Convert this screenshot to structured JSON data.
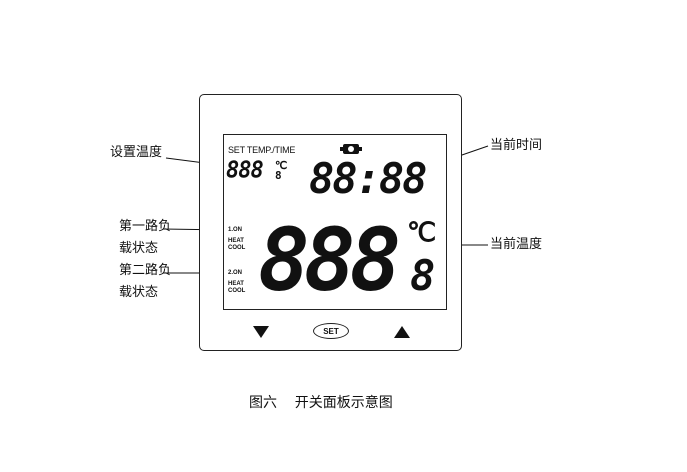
{
  "display": {
    "set_temp_label": "SET TEMP./TIME",
    "set_temp_digits": "888",
    "set_temp_unit": "℃",
    "set_temp_decimal": "8",
    "time_digits": "88:88",
    "current_temp_digits": "888",
    "current_temp_unit": "℃",
    "current_temp_decimal": "8",
    "channel1": {
      "on": "1.ON",
      "heat": "HEAT",
      "cool": "COOL"
    },
    "channel2": {
      "on": "2.ON",
      "heat": "HEAT",
      "cool": "COOL"
    }
  },
  "buttons": {
    "down_icon": "down-triangle",
    "set_label": "SET",
    "up_icon": "up-triangle"
  },
  "callouts": {
    "set_temp": "设置温度",
    "ch1_line1": "第一路负",
    "ch1_line2": "载状态",
    "ch2_line1": "第二路负",
    "ch2_line2": "载状态",
    "current_time": "当前时间",
    "current_temp": "当前温度"
  },
  "caption": "图六    开关面板示意图"
}
